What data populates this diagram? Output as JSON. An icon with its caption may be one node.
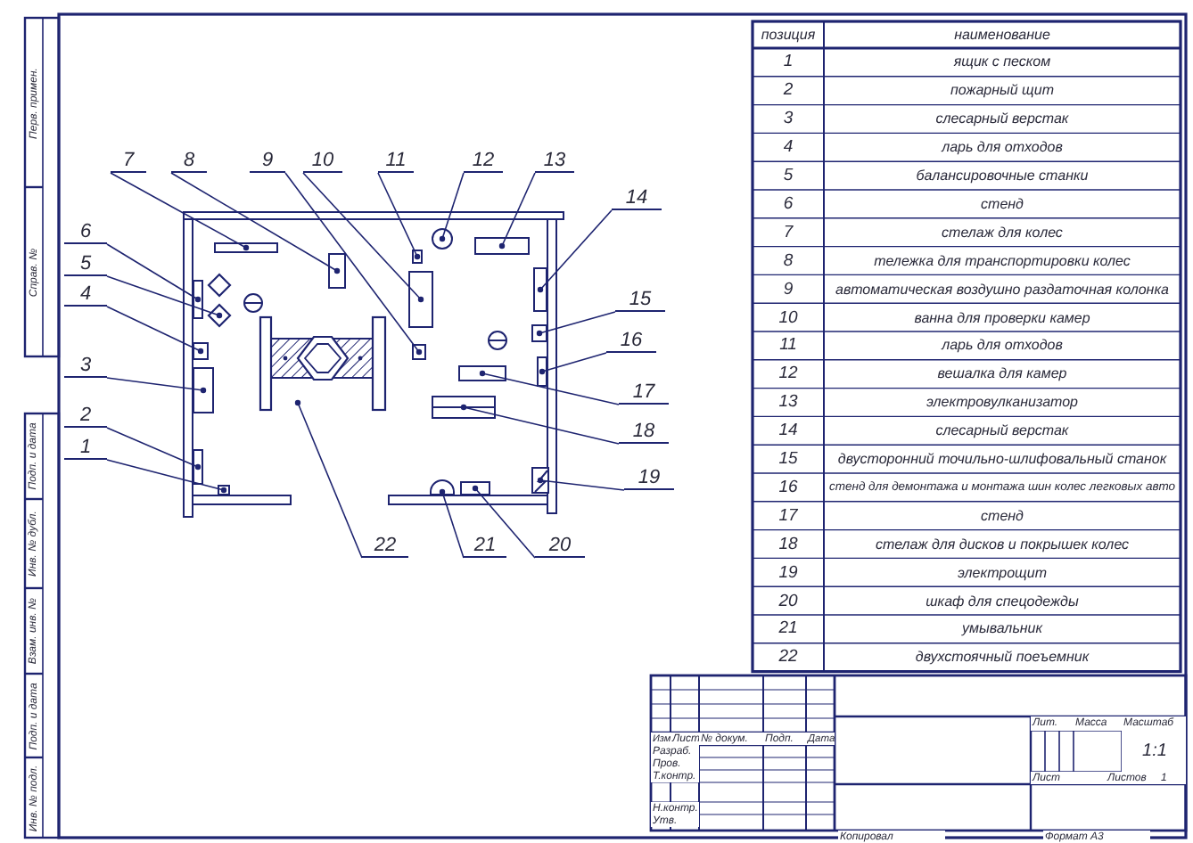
{
  "diagram": {
    "nodes": [
      {
        "text": [
          "1"
        ]
      },
      {
        "text": [
          "2"
        ]
      },
      {
        "text": [
          "3"
        ]
      },
      {
        "text": [
          "4"
        ]
      },
      {
        "text": [
          "5"
        ]
      },
      {
        "text": [
          "6"
        ]
      },
      {
        "text": [
          "7"
        ]
      },
      {
        "text": [
          "8"
        ]
      },
      {
        "text": [
          "9"
        ]
      },
      {
        "text": [
          "10"
        ]
      },
      {
        "text": [
          "11"
        ]
      },
      {
        "text": [
          "12"
        ]
      },
      {
        "text": [
          "13"
        ]
      },
      {
        "text": [
          "14"
        ]
      },
      {
        "text": [
          "15"
        ]
      },
      {
        "text": [
          "16"
        ]
      },
      {
        "text": [
          "17"
        ]
      },
      {
        "text": [
          "18"
        ]
      },
      {
        "text": [
          "19"
        ]
      },
      {
        "text": [
          "20"
        ]
      },
      {
        "text": [
          "21"
        ]
      },
      {
        "text": [
          "22"
        ]
      },
      {
        "text": [],
        "shape": "box"
      },
      {
        "text": [],
        "shape": "box"
      },
      {
        "text": [],
        "shape": "box"
      },
      {
        "text": [],
        "shape": "box"
      },
      {
        "text": [],
        "shape": "diamond"
      },
      {
        "text": [],
        "shape": "box"
      },
      {
        "text": [],
        "shape": "box"
      },
      {
        "text": [],
        "shape": "box"
      },
      {
        "text": [],
        "shape": "box"
      },
      {
        "text": [],
        "shape": "box"
      },
      {
        "text": [],
        "shape": "box"
      },
      {
        "text": [],
        "shape": "circle"
      },
      {
        "text": [],
        "shape": "box"
      },
      {
        "text": [],
        "shape": "box"
      },
      {
        "text": [],
        "shape": "box"
      },
      {
        "text": [],
        "shape": "box"
      },
      {
        "text": [],
        "shape": "box"
      },
      {
        "text": [],
        "shape": "box"
      },
      {
        "text": [],
        "shape": "box"
      },
      {
        "text": [],
        "shape": "box"
      },
      {
        "text": [],
        "shape": "circle"
      },
      {
        "text": [],
        "shape": "picture"
      }
    ],
    "edges": [
      {
        "from": 0,
        "to": 22,
        "arrow": "other"
      },
      {
        "from": 1,
        "to": 23,
        "arrow": "other"
      },
      {
        "from": 2,
        "to": 24,
        "arrow": "other"
      },
      {
        "from": 3,
        "to": 25,
        "arrow": "other"
      },
      {
        "from": 4,
        "to": 26,
        "arrow": "other"
      },
      {
        "from": 5,
        "to": 27,
        "arrow": "other"
      },
      {
        "from": 6,
        "to": 28,
        "arrow": "other"
      },
      {
        "from": 7,
        "to": 29,
        "arrow": "other"
      },
      {
        "from": 8,
        "to": 30,
        "arrow": "other"
      },
      {
        "from": 9,
        "to": 31,
        "arrow": "other"
      },
      {
        "from": 10,
        "to": 32,
        "arrow": "other"
      },
      {
        "from": 11,
        "to": 33,
        "arrow": "other"
      },
      {
        "from": 12,
        "to": 34,
        "arrow": "other"
      },
      {
        "from": 13,
        "to": 35,
        "arrow": "other"
      },
      {
        "from": 14,
        "to": 36,
        "arrow": "other"
      },
      {
        "from": 15,
        "to": 37,
        "arrow": "other"
      },
      {
        "from": 16,
        "to": 38,
        "arrow": "other"
      },
      {
        "from": 17,
        "to": 39,
        "arrow": "other"
      },
      {
        "from": 18,
        "to": 40,
        "arrow": "other"
      },
      {
        "from": 19,
        "to": 41,
        "arrow": "other"
      },
      {
        "from": 20,
        "to": 42,
        "arrow": "other"
      },
      {
        "from": 21,
        "to": 43,
        "arrow": "other"
      }
    ],
    "labels": [
      "позиция",
      "наименование",
      "1",
      "ящик с песком",
      "2",
      "пожарный щит",
      "3",
      "слесарный верстак",
      "4",
      "ларь для отходов",
      "5",
      "балансировочные станки",
      "6",
      "стенд",
      "7",
      "стелаж для колес",
      "8",
      "тележка для транспортировки колес",
      "9",
      "автоматическая воздушно раздаточная колонка",
      "10",
      "ванна для проверки камер",
      "11",
      "ларь для отходов",
      "12",
      "вешалка для камер",
      "13",
      "электровулканизатор",
      "14",
      "слесарный верстак",
      "15",
      "двусторонний точильно-шлифовальный станок",
      "16",
      "стенд для демонтажа и монтажа шин колес легковых авто",
      "17",
      "стенд",
      "18",
      "стелаж для дисков и покрышек колес",
      "19",
      "электрощит",
      "20",
      "шкаф для спецодежды",
      "21",
      "умывальник",
      "22",
      "двухстоячный поеъемник",
      "Изм",
      "Лист",
      "№ докум.",
      "Подп.",
      "Дата",
      "Лит.",
      "Масса",
      "Масштаб",
      "Разраб.",
      "1:1",
      "Пров.",
      "Т.контр.",
      "Лист",
      "Листов",
      "1",
      "Н.контр.",
      "Утв.",
      "Копировал",
      "Формат А3",
      "Перв. примен.",
      "Справ. №",
      "Подп. и дата",
      "Инв. № дубл.",
      "Взам. инв. №",
      "Подп. и дата",
      "Инв. № подл."
    ]
  }
}
